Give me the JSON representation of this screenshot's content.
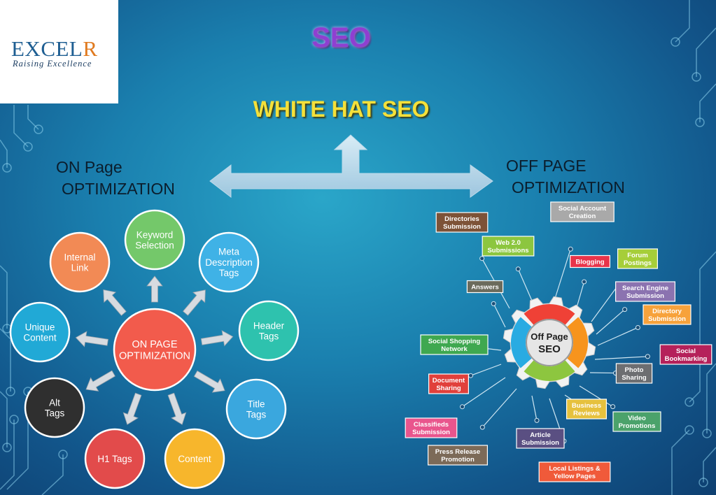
{
  "logo": {
    "brand_main": "EXCEL",
    "brand_accent": "R",
    "tagline": "Raising Excellence"
  },
  "title": "SEO",
  "subtitle": "WHITE HAT SEO",
  "left_label": {
    "line1": "ON Page",
    "line2": "OPTIMIZATION"
  },
  "right_label": {
    "line1": "OFF PAGE",
    "line2": "OPTIMIZATION"
  },
  "on_page": {
    "center": {
      "lines": [
        "ON PAGE",
        "OPTIMIZATION"
      ],
      "color": "#f25b4c"
    },
    "nodes": [
      {
        "lines": [
          "Keyword",
          "Selection"
        ],
        "color": "#74c86a"
      },
      {
        "lines": [
          "Meta",
          "Description",
          "Tags"
        ],
        "color": "#3fb2e6"
      },
      {
        "lines": [
          "Header",
          "Tags"
        ],
        "color": "#2ec2ae"
      },
      {
        "lines": [
          "Title",
          "Tags"
        ],
        "color": "#3aa7de"
      },
      {
        "lines": [
          "Content"
        ],
        "color": "#f7b62c"
      },
      {
        "lines": [
          "H1 Tags"
        ],
        "color": "#e24b4b"
      },
      {
        "lines": [
          "Alt",
          "Tags"
        ],
        "color": "#2f2f2f"
      },
      {
        "lines": [
          "Unique",
          "Content"
        ],
        "color": "#21a9d6"
      },
      {
        "lines": [
          "Internal",
          "Link"
        ],
        "color": "#f28a55"
      }
    ]
  },
  "off_page": {
    "center_lines": [
      "Off Page",
      "SEO"
    ],
    "labels": [
      {
        "lines": [
          "Directories",
          "Submission"
        ],
        "color": "#7d5237"
      },
      {
        "lines": [
          "Web 2.0",
          "Submissions"
        ],
        "color": "#8cc63f"
      },
      {
        "lines": [
          "Social Account",
          "Creation"
        ],
        "color": "#a9a9a9"
      },
      {
        "lines": [
          "Blogging"
        ],
        "color": "#e8344a"
      },
      {
        "lines": [
          "Forum",
          "Postings"
        ],
        "color": "#a6ce39"
      },
      {
        "lines": [
          "Search Engine",
          "Submission"
        ],
        "color": "#8b73b0"
      },
      {
        "lines": [
          "Directory",
          "Submission"
        ],
        "color": "#f7a23b"
      },
      {
        "lines": [
          "Social",
          "Bookmarking"
        ],
        "color": "#b5215a"
      },
      {
        "lines": [
          "Photo",
          "Sharing"
        ],
        "color": "#6d6e71"
      },
      {
        "lines": [
          "Video",
          "Promotions"
        ],
        "color": "#4ba26b"
      },
      {
        "lines": [
          "Business",
          "Reviews"
        ],
        "color": "#e6c13d"
      },
      {
        "lines": [
          "Local Listings &",
          "Yellow Pages"
        ],
        "color": "#f05a3a"
      },
      {
        "lines": [
          "Article",
          "Submission"
        ],
        "color": "#5a4f82"
      },
      {
        "lines": [
          "Press Release",
          "Promotion"
        ],
        "color": "#7c6a58"
      },
      {
        "lines": [
          "Classifieds",
          "Submission"
        ],
        "color": "#e9558d"
      },
      {
        "lines": [
          "Document",
          "Sharing"
        ],
        "color": "#e1403b"
      },
      {
        "lines": [
          "Social Shopping",
          "Network"
        ],
        "color": "#3fa850"
      },
      {
        "lines": [
          "Answers"
        ],
        "color": "#6b6b5c"
      }
    ]
  }
}
